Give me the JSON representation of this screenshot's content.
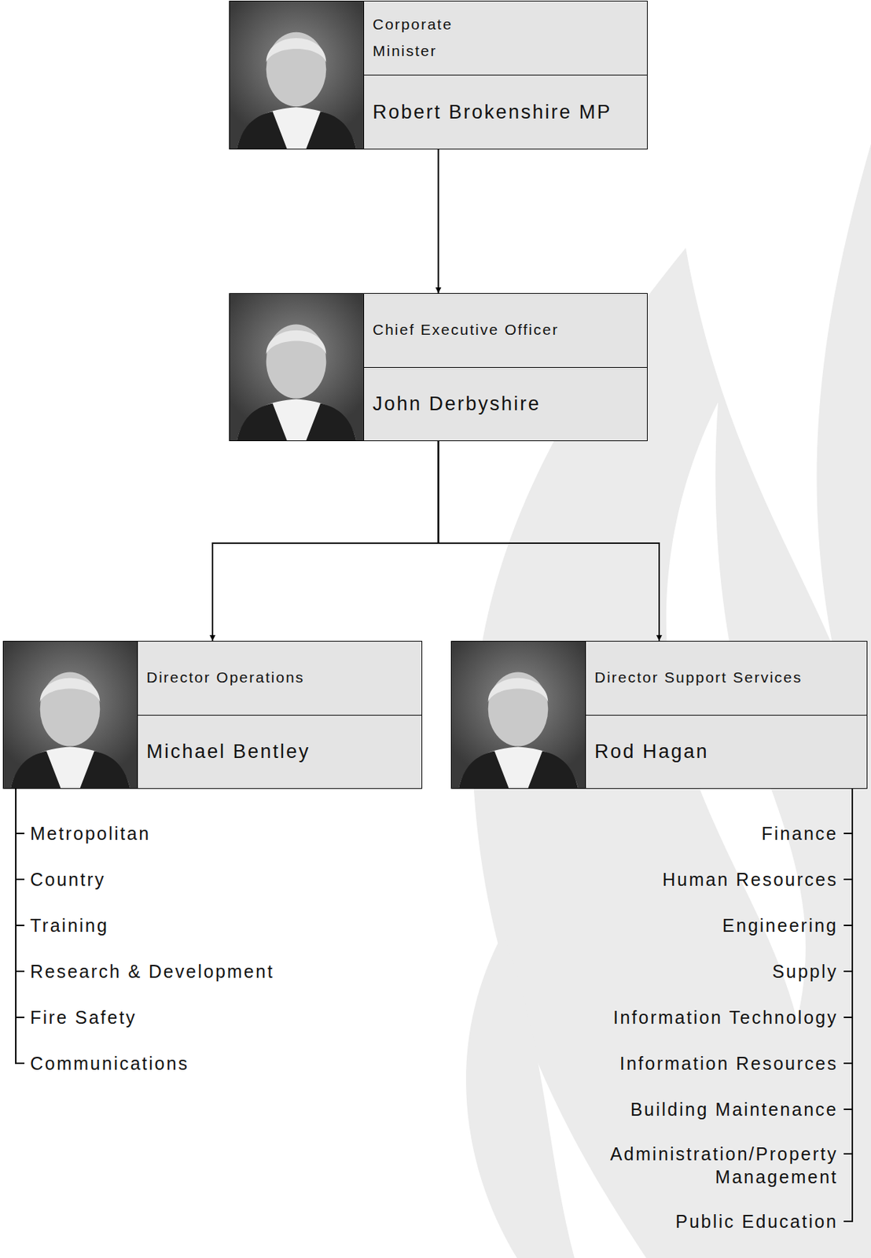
{
  "diagram": {
    "nodes": [
      {
        "text": [
          "Corporate Minister",
          "Robert Brokenshire MP"
        ]
      },
      {
        "text": [
          "Chief Executive Officer",
          "John Derbyshire"
        ]
      },
      {
        "text": [
          "Director Operations",
          "Michael Bentley"
        ]
      },
      {
        "text": [
          "Director Support Services",
          "Rod Hagan"
        ]
      }
    ],
    "edges": [
      {
        "from": 0,
        "to": 1,
        "arrow": "to"
      },
      {
        "from": 1,
        "to": 2,
        "arrow": "to"
      },
      {
        "from": 1,
        "to": 3,
        "arrow": "to"
      }
    ],
    "labels": [
      "Metropolitan",
      "Country",
      "Training",
      "Research & Development",
      "Fire Safety",
      "Communications",
      "Finance",
      "Human Resources",
      "Engineering",
      "Supply",
      "Information Technology",
      "Information Resources",
      "Building Maintenance",
      "Administration/Property Management",
      "Public Education"
    ]
  }
}
